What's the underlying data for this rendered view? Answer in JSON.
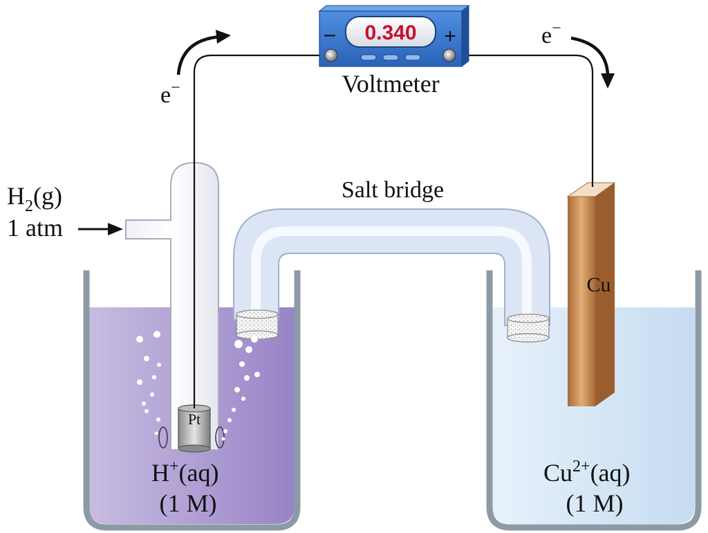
{
  "voltmeter": {
    "reading": "0.340",
    "label": "Voltmeter",
    "minus_sign": "−",
    "plus_sign": "+"
  },
  "electron_flow": {
    "left_label_base": "e",
    "right_label_base": "e",
    "superscript": "−"
  },
  "salt_bridge": {
    "label": "Salt bridge"
  },
  "hydrogen_gas": {
    "formula_prefix": "H",
    "formula_subscript": "2",
    "formula_suffix": "(g)",
    "pressure": "1 atm"
  },
  "anode": {
    "electrode_label": "Pt"
  },
  "cathode": {
    "electrode_label": "Cu"
  },
  "left_solution": {
    "ion_base": "H",
    "ion_charge": "+",
    "ion_phase": "(aq)",
    "concentration": "(1 M)"
  },
  "right_solution": {
    "ion_base": "Cu",
    "ion_charge": "2+",
    "ion_phase": "(aq)",
    "concentration": "(1 M)"
  },
  "colors": {
    "left_solution": "#a793cc",
    "right_solution": "#d3e5f5",
    "beaker_wall": "#8c9aa6",
    "voltmeter_body": "#2e6fc9",
    "display_text": "#c8102e",
    "copper": "#c98d56",
    "salt_bridge_tube": "#dfe8f7"
  }
}
